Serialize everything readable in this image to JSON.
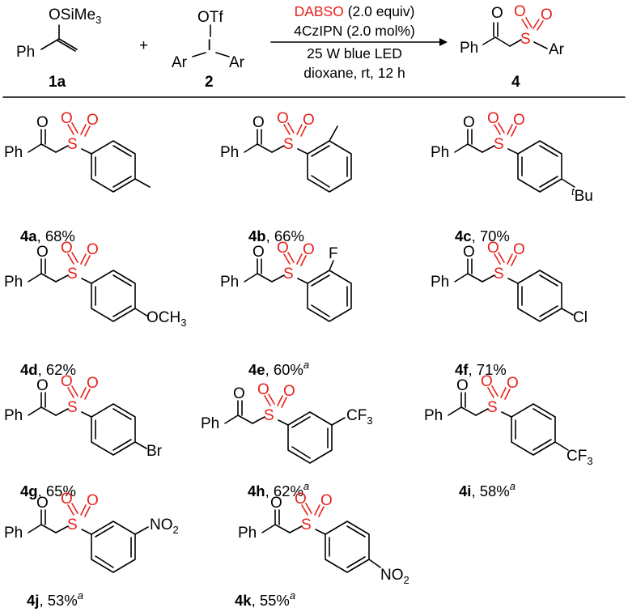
{
  "reaction": {
    "reactant1": {
      "id": "1a",
      "group": "OSiMe",
      "group_sub": "3",
      "left": "Ph"
    },
    "plus": "+",
    "reactant2": {
      "id": "2",
      "group": "OTf",
      "center": "I",
      "left": "Ar",
      "right": "Ar"
    },
    "conditions": {
      "line1_red": "DABSO",
      "line1_rest": " (2.0 equiv)",
      "line2": "4CzIPN (2.0 mol%)",
      "line3": "25 W blue LED",
      "line4": "dioxane, rt, 12 h"
    },
    "product": {
      "id": "4",
      "left": "Ph",
      "aryl": "Ar"
    }
  },
  "atoms": {
    "O": "O",
    "S": "S",
    "Ph": "Ph"
  },
  "compounds": [
    {
      "id": "4a",
      "yield": ", 68%",
      "note": ""
    },
    {
      "id": "4b",
      "yield": ", 66%",
      "note": ""
    },
    {
      "id": "4c",
      "yield": ", 70%",
      "note": "",
      "substituent_sup": "t",
      "substituent": "Bu"
    },
    {
      "id": "4d",
      "yield": ", 62%",
      "note": "",
      "substituent": "OCH",
      "substituent_sub": "3"
    },
    {
      "id": "4e",
      "yield": ", 60%",
      "note": "a",
      "substituent": "F"
    },
    {
      "id": "4f",
      "yield": ", 71%",
      "note": "",
      "substituent": "Cl"
    },
    {
      "id": "4g",
      "yield": ", 65%",
      "note": "",
      "substituent": "Br"
    },
    {
      "id": "4h",
      "yield": ", 62%",
      "note": "a",
      "substituent": "CF",
      "substituent_sub": "3"
    },
    {
      "id": "4i",
      "yield": ", 58%",
      "note": "a",
      "substituent": "CF",
      "substituent_sub": "3"
    },
    {
      "id": "4j",
      "yield": ", 53%",
      "note": "a",
      "substituent": "NO",
      "substituent_sub": "2"
    },
    {
      "id": "4k",
      "yield": ", 55%",
      "note": "a",
      "substituent": "NO",
      "substituent_sub": "2"
    }
  ],
  "colors": {
    "highlight": "#e8201a",
    "ink": "#000000"
  }
}
